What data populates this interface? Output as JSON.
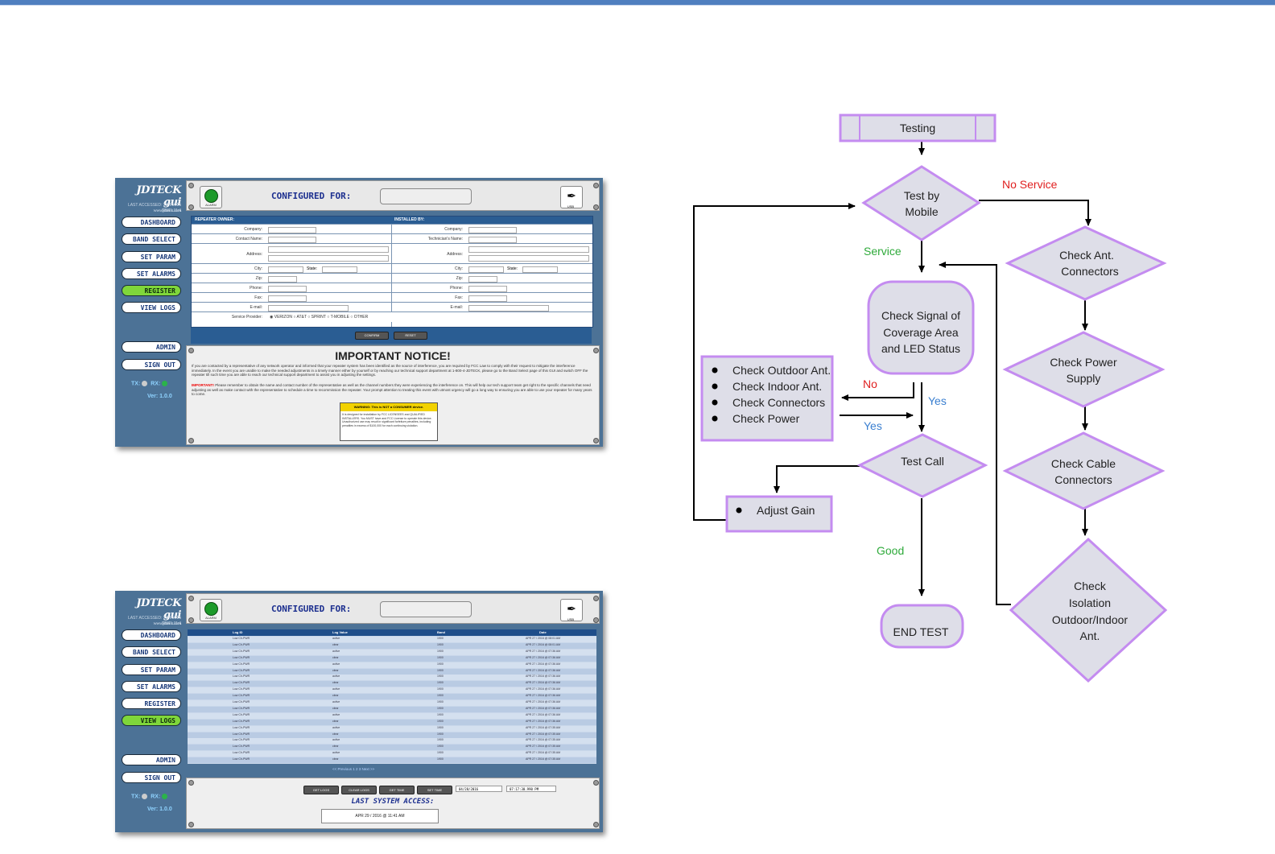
{
  "gui_panels": {
    "logo": "JDTECK",
    "logo_suffix": "gui",
    "logo_url": "www.jdteck.com",
    "last_accessed": "LAST ACCESSED: 23/4/2016",
    "time": "TIME: 11:4",
    "nav": [
      "DASHBOARD",
      "BAND SELECT",
      "SET PARAM",
      "SET ALARMS",
      "REGISTER",
      "VIEW LOGS"
    ],
    "admin": "ADMIN",
    "sign_out": "SIGN OUT",
    "tx": "TX:",
    "rx": "RX:",
    "version": "Ver: 1.0.0",
    "alarm_label": "ALARM",
    "usb_label": "USB",
    "configured_for": "CONFIGURED FOR:",
    "register": {
      "owner_header": "REPEATER OWNER:",
      "installed_header": "INSTALLED BY:",
      "left_fields": [
        "Company:",
        "Contact Name:",
        "Address:",
        "City:",
        "Zip:",
        "Phone:",
        "Fax:",
        "E-mail:"
      ],
      "right_fields": [
        "Company:",
        "Technician's Name:",
        "Address:",
        "City:",
        "Zip:",
        "Phone:",
        "Fax:",
        "E-mail:"
      ],
      "state": "State:",
      "service_provider": "Service Provider:",
      "providers": "◉ VERIZON  ○ AT&T  ○ SPRINT  ○ T-MOBILE  ○ OTHER",
      "confirm": "CONFIRM",
      "reset": "RESET",
      "notice_title": "IMPORTANT NOTICE!",
      "notice_p1": "If you are contacted by a representative of any network operator and informed that your repeater system has been identified as the source of interference, you are required by FCC Law to comply with their request to mitigate the interference immediately. In the event you are unable to make the needed adjustments in a timely manner either by yourself or by reaching our technical support department at 1-800-4-JDTECK, please go to the Band Select page of this GUI and switch OFF the repeater till such time you are able to reach our technical support department to assist you in adjusting the settings.",
      "notice_p2_label": "IMPORTANT!",
      "notice_p2": "Please remember to obtain the name and contact number of the representative as well as the channel numbers they were experiencing the interference on. This will help our tech support team get right to the specific channels that need adjusting as well as make contact with the representative to schedule a time to recommission the repeater. Your prompt attention to treating this event with utmost urgency will go a long way to ensuring you are able to use your repeater for many years to come.",
      "warning_title": "WARNING: This is NOT a CONSUMER device.",
      "warning_body": "It is designed for installation by FCC LICENSEES and QUALIFIED INSTALLERS. You MUST have and FCC License to operate this device. Unauthorized use may result in significant forfeiture penalties, including penalties in excess of $100,000 for each continuing violation."
    },
    "logs": {
      "columns": [
        "Log ID",
        "Log Value",
        "Band",
        "Date"
      ],
      "rows": [
        [
          "Low Ch-PWR",
          "active",
          "1900",
          "APR 27 / 2016 @ 08:01 AM"
        ],
        [
          "Low Ch-PWR",
          "clear",
          "1900",
          "APR 27 / 2016 @ 08:01 AM"
        ],
        [
          "Low Ch-PWR",
          "active",
          "1900",
          "APR 27 / 2016 @ 07:36 AM"
        ],
        [
          "Low Ch-PWR",
          "clear",
          "1900",
          "APR 27 / 2016 @ 07:36 AM"
        ],
        [
          "Low Ch-PWR",
          "active",
          "1900",
          "APR 27 / 2016 @ 07:36 AM"
        ],
        [
          "Low Ch-PWR",
          "clear",
          "1900",
          "APR 27 / 2016 @ 07:36 AM"
        ],
        [
          "Low Ch-PWR",
          "active",
          "1900",
          "APR 27 / 2016 @ 07:36 AM"
        ],
        [
          "Low Ch-PWR",
          "clear",
          "1900",
          "APR 27 / 2016 @ 07:36 AM"
        ],
        [
          "Low Ch-PWR",
          "active",
          "1900",
          "APR 27 / 2016 @ 07:36 AM"
        ],
        [
          "Low Ch-PWR",
          "clear",
          "1900",
          "APR 27 / 2016 @ 07:36 AM"
        ],
        [
          "Low Ch-PWR",
          "active",
          "1900",
          "APR 27 / 2016 @ 07:36 AM"
        ],
        [
          "Low Ch-PWR",
          "clear",
          "1900",
          "APR 27 / 2016 @ 07:36 AM"
        ],
        [
          "Low Ch-PWR",
          "active",
          "1900",
          "APR 27 / 2016 @ 07:36 AM"
        ],
        [
          "Low Ch-PWR",
          "clear",
          "1900",
          "APR 27 / 2016 @ 07:36 AM"
        ],
        [
          "Low Ch-PWR",
          "active",
          "1900",
          "APR 27 / 2016 @ 07:35 AM"
        ],
        [
          "Low Ch-PWR",
          "clear",
          "1900",
          "APR 27 / 2016 @ 07:35 AM"
        ],
        [
          "Low Ch-PWR",
          "active",
          "1900",
          "APR 27 / 2016 @ 07:35 AM"
        ],
        [
          "Low Ch-PWR",
          "clear",
          "1900",
          "APR 27 / 2016 @ 07:35 AM"
        ],
        [
          "Low Ch-PWR",
          "active",
          "1900",
          "APR 27 / 2016 @ 07:35 AM"
        ],
        [
          "Low Ch-PWR",
          "clear",
          "1900",
          "APR 27 / 2016 @ 07:35 AM"
        ]
      ],
      "pager": "<< Previous   1   2   3   Next >>",
      "get_logs": "GET LOGS",
      "clear_logs": "CLEAR LOGS",
      "get_time": "GET TIME",
      "set_time": "SET TIME",
      "date_value": "04/28/2016",
      "time_value": "07:17:30.990 PM",
      "last_system_access": "LAST SYSTEM ACCESS:",
      "last_access_value": "APR 29 / 2016 @ 11:41 AM"
    }
  },
  "flowchart": {
    "testing": "Testing",
    "test_by_mobile": [
      "Test by",
      "Mobile"
    ],
    "no_service": "No Service",
    "service": "Service",
    "check_signal": [
      "Check Signal of",
      "Coverage Area",
      "and LED Status"
    ],
    "check_ant_connectors": [
      "Check Ant.",
      "Connectors"
    ],
    "check_power_supply": [
      "Check Power",
      "Supply"
    ],
    "check_cable_connectors": [
      "Check Cable",
      "Connectors"
    ],
    "check_isolation": [
      "Check",
      "Isolation",
      "Outdoor/Indoor",
      "Ant."
    ],
    "checklist": [
      "Check Outdoor Ant.",
      "Check Indoor Ant.",
      "Check Connectors",
      "Check Power"
    ],
    "no": "No",
    "yes": "Yes",
    "test_call": "Test Call",
    "adjust_gain": "Adjust Gain",
    "good": "Good",
    "end_test": "END TEST"
  },
  "colors": {
    "shape_fill": "#dedee8",
    "shape_border": "#c48cf0",
    "green": "#2eaa3a",
    "red": "#e02020",
    "blue": "#3a7fd0",
    "gui_blue": "#4c7296",
    "led_green": "#7fd63a"
  }
}
